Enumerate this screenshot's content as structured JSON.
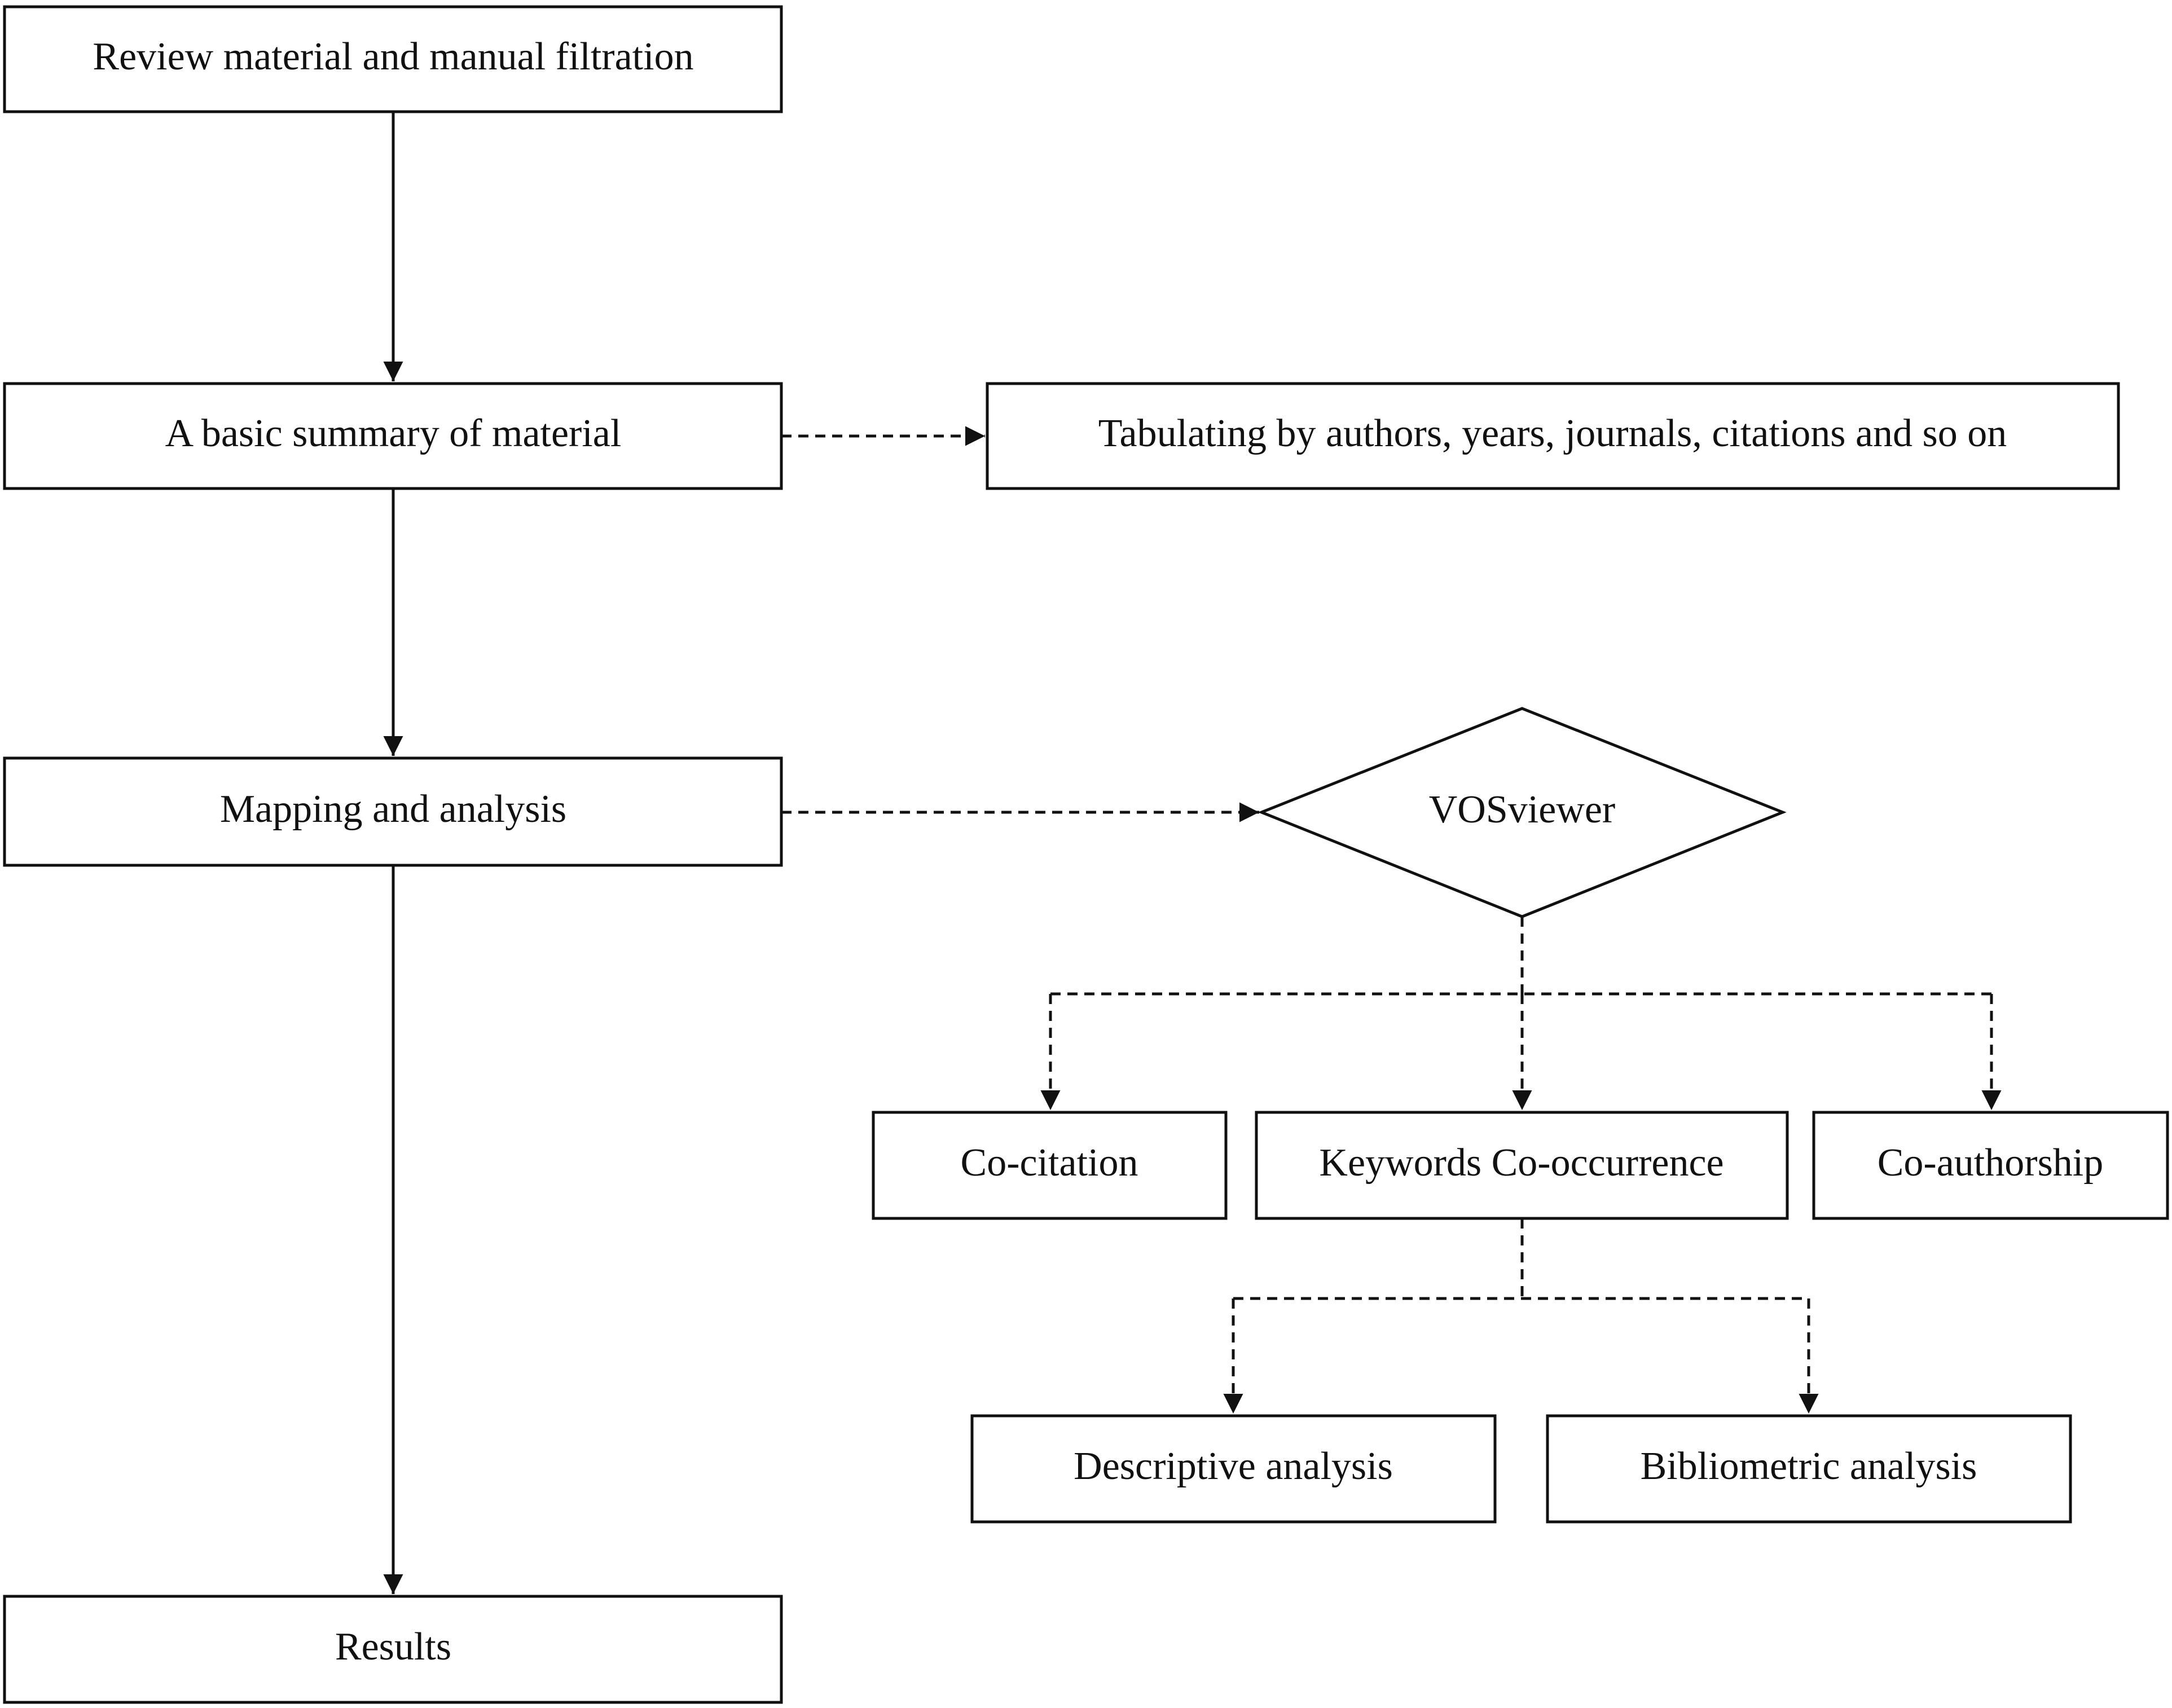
{
  "nodes": {
    "review": "Review material and manual filtration",
    "summary": "A basic summary of material",
    "tabulating": "Tabulating by authors, years, journals, citations and so on",
    "mapping": "Mapping and analysis",
    "vosviewer": "VOSviewer",
    "cocitation": "Co-citation",
    "keywords": "Keywords Co-occurrence",
    "coauthorship": "Co-authorship",
    "descriptive": "Descriptive analysis",
    "bibliometric": "Bibliometric analysis",
    "results": "Results"
  }
}
